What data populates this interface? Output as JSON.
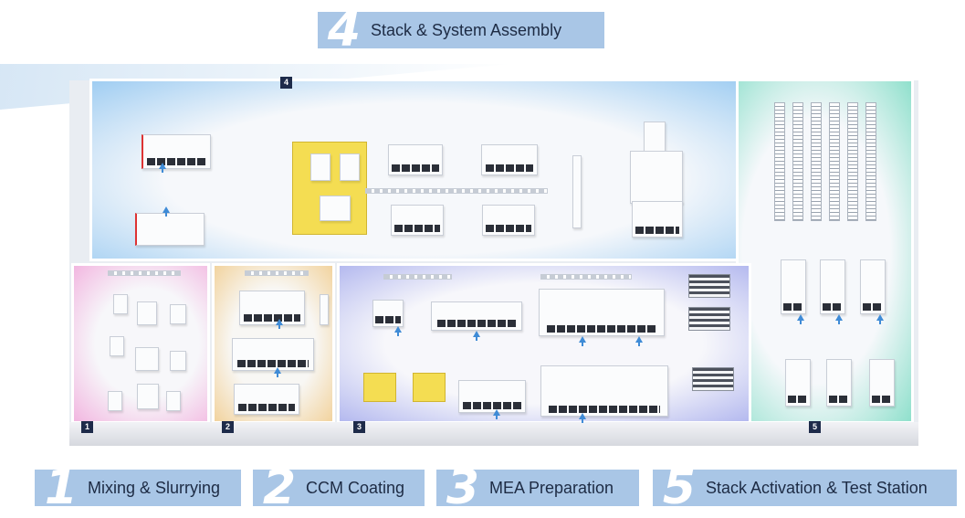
{
  "steps": {
    "s4": {
      "number": "4",
      "label": "Stack & System Assembly"
    },
    "s1": {
      "number": "1",
      "label": "Mixing & Slurrying"
    },
    "s2": {
      "number": "2",
      "label": "CCM Coating"
    },
    "s3": {
      "number": "3",
      "label": "MEA Preparation"
    },
    "s5": {
      "number": "5",
      "label": "Stack Activation & Test Station"
    }
  },
  "zone_badges": {
    "z1": "1",
    "z2": "2",
    "z3": "3",
    "z4": "4",
    "z5": "5"
  },
  "colors": {
    "label_bg": "#a9c6e6",
    "label_text": "#1d2b44",
    "zone4": "#9fcdf2",
    "zone5": "#8fe0cc",
    "zone1": "#f2b6e0",
    "zone2": "#f2d39e",
    "zone3": "#b4b9ef",
    "badge": "#1e2b4a",
    "equipment_yellow": "#f4dd52",
    "flow_arrow": "#3f8bd6"
  }
}
